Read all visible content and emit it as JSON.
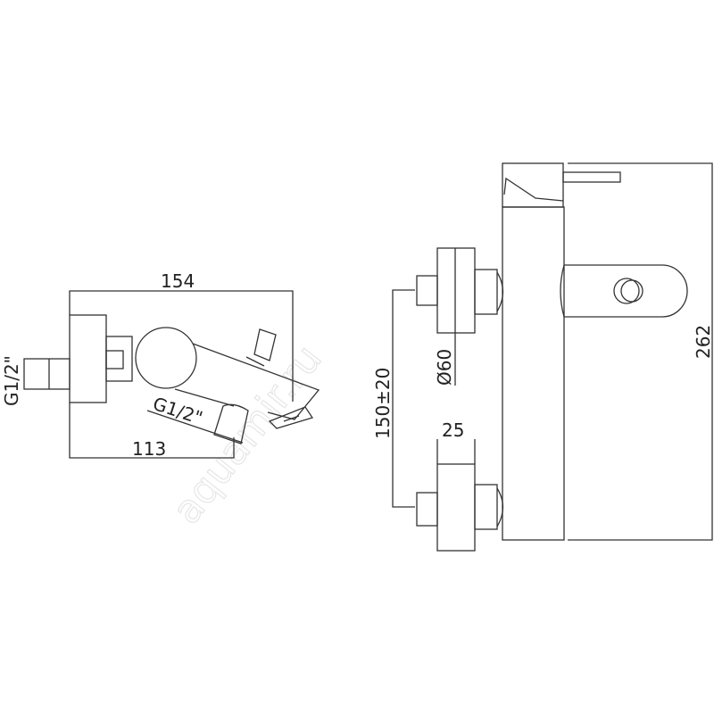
{
  "watermark": "aquamir.ru",
  "front_view": {
    "width_dim": "154",
    "outlet_dim": "113",
    "inlet_thread": "G1/2\"",
    "outlet_thread": "G1/2\""
  },
  "side_view": {
    "height_dim": "262",
    "eccentric_dim": "150±20",
    "flange_diameter": "Ø60",
    "flange_depth": "25"
  }
}
